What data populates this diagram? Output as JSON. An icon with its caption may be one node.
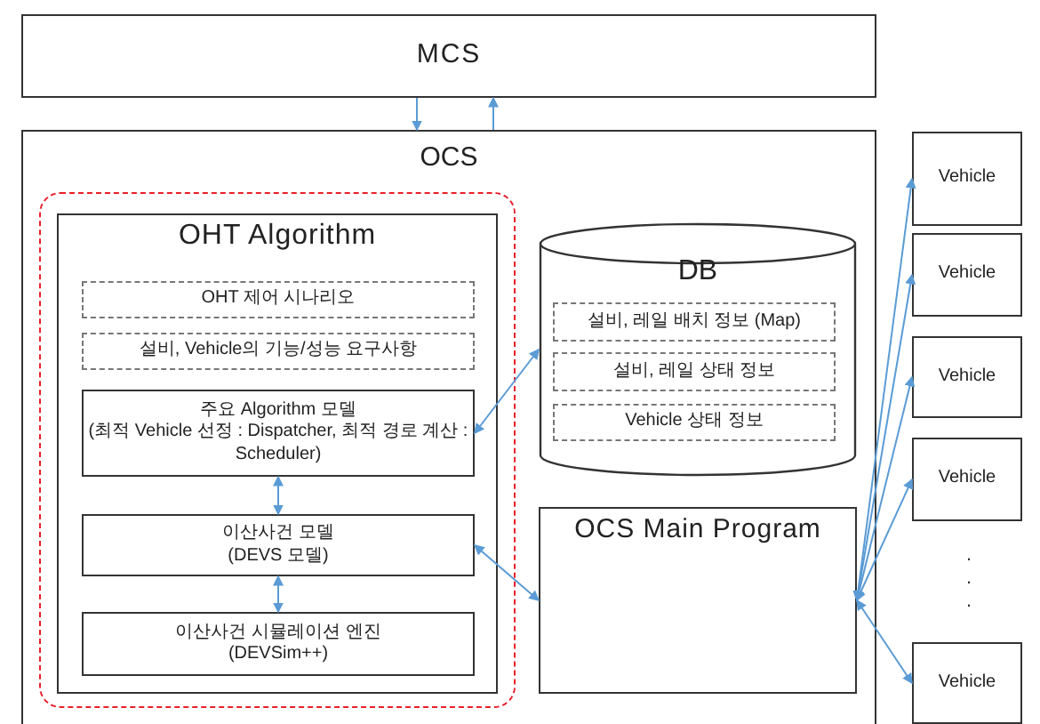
{
  "diagram": {
    "nodes": [
      {
        "text": [
          "MCS"
        ]
      },
      {
        "text": [
          "OCS"
        ]
      },
      {
        "text": [],
        "shape": "box",
        "in": 1
      },
      {
        "text": [
          "OHT Algorithm"
        ],
        "in": 2
      },
      {
        "text": [
          "OHT 제어 시나리오"
        ],
        "in": 3
      },
      {
        "text": [
          "설비, Vehicle의 기능/성능 요구사항"
        ],
        "in": 3
      },
      {
        "text": [
          "주요 Algorithm 모델",
          "(최적 Vehicle 선정 : Dispatcher, 최적 경로 계산 : Scheduler)"
        ],
        "in": 3
      },
      {
        "text": [
          "이산사건 모델",
          "(DEVS 모델)"
        ],
        "in": 3
      },
      {
        "text": [
          "이산사건 시뮬레이션 엔진",
          "(DEVSim++)"
        ],
        "in": 3
      },
      {
        "text": [
          "DB"
        ],
        "in": 1
      },
      {
        "text": [
          "설비, 레일 배치 정보 (Map)"
        ],
        "in": 9
      },
      {
        "text": [
          "설비, 레일 상태 정보"
        ],
        "in": 9
      },
      {
        "text": [
          "Vehicle 상태 정보"
        ],
        "in": 9
      },
      {
        "text": [
          "OCS Main Program"
        ],
        "in": 1
      },
      {
        "text": [
          "Vehicle"
        ]
      },
      {
        "text": [
          "Vehicle"
        ]
      },
      {
        "text": [
          "Vehicle"
        ]
      },
      {
        "text": [
          "Vehicle"
        ]
      },
      {
        "text": [
          "Vehicle"
        ]
      }
    ],
    "edges": [
      {
        "from": 0,
        "to": 1,
        "arrow": "to"
      },
      {
        "from": 1,
        "to": 0,
        "arrow": "to"
      },
      {
        "from": 6,
        "to": 9,
        "arrow": "both"
      },
      {
        "from": 6,
        "to": 7,
        "arrow": "both"
      },
      {
        "from": 7,
        "to": 8,
        "arrow": "both"
      },
      {
        "from": 7,
        "to": 13,
        "arrow": "both"
      },
      {
        "from": 13,
        "to": 14,
        "arrow": "both"
      },
      {
        "from": 13,
        "to": 15,
        "arrow": "both"
      },
      {
        "from": 13,
        "to": 16,
        "arrow": "both"
      },
      {
        "from": 13,
        "to": 17,
        "arrow": "both"
      },
      {
        "from": 13,
        "to": 18,
        "arrow": "both"
      }
    ],
    "labels": [
      ".",
      ".",
      "."
    ]
  }
}
